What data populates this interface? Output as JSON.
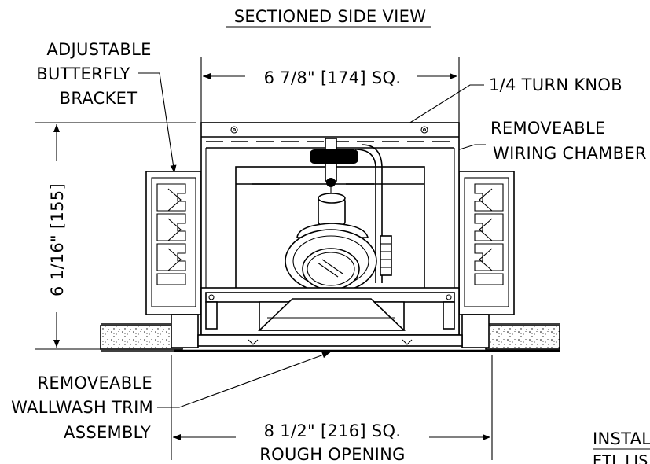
{
  "title": "SECTIONED SIDE VIEW",
  "labels": {
    "butterfly_1": "ADJUSTABLE",
    "butterfly_2": "BUTTERFLY",
    "butterfly_3": "BRACKET",
    "top_dim": "6 7/8\" [174] SQ.",
    "knob": "1/4 TURN KNOB",
    "chamber_1": "REMOVEABLE",
    "chamber_2": "WIRING CHAMBER",
    "height_dim": "6 1/16\" [155]",
    "trim_1": "REMOVEABLE",
    "trim_2": "WALLWASH TRIM",
    "trim_3": "ASSEMBLY",
    "bottom_dim": "8 1/2\" [216] SQ.",
    "rough": "ROUGH OPENING",
    "install": "INSTAL",
    "install_sub": "ETL LIS"
  }
}
